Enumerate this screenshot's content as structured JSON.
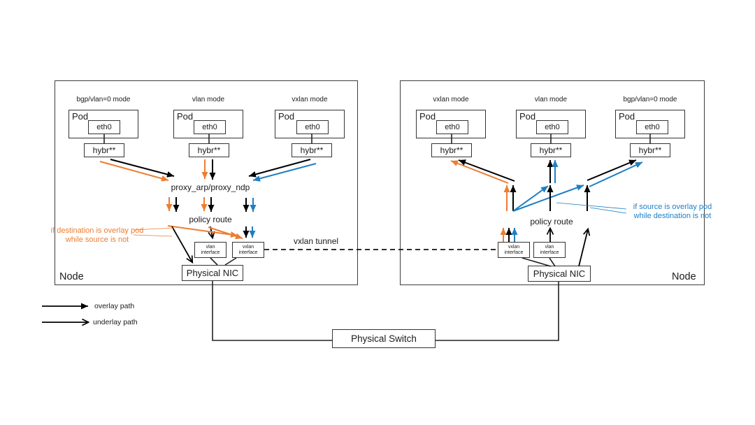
{
  "colors": {
    "overlay_orange": "#ED7D31",
    "overlay_blue": "#1E7FC4",
    "line_black": "#000000"
  },
  "legend": {
    "overlay_label": "overlay path",
    "underlay_label": "underlay path"
  },
  "physical_switch_label": "Physical Switch",
  "vxlan_tunnel_label": "vxlan tunnel",
  "annotations": {
    "destination_overlay": {
      "line1": "if destination is overlay pod",
      "line2": "while source is not"
    },
    "source_overlay": {
      "line1": "if source is overlay pod",
      "line2": "while destination is not"
    }
  },
  "left_node": {
    "label": "Node",
    "pods": [
      {
        "mode": "bgp/vlan=0 mode",
        "name": "Pod",
        "iface": "eth0",
        "bridge": "hybr**"
      },
      {
        "mode": "vlan mode",
        "name": "Pod",
        "iface": "eth0",
        "bridge": "hybr**"
      },
      {
        "mode": "vxlan mode",
        "name": "Pod",
        "iface": "eth0",
        "bridge": "hybr**"
      }
    ],
    "proxy_label": "proxy_arp/proxy_ndp",
    "policy_label": "policy route",
    "vlan_interface": {
      "line1": "vlan",
      "line2": "interface"
    },
    "vxlan_interface": {
      "line1": "vxlan",
      "line2": "interface"
    },
    "nic_label": "Physical NIC"
  },
  "right_node": {
    "label": "Node",
    "pods": [
      {
        "mode": "vxlan mode",
        "name": "Pod",
        "iface": "eth0",
        "bridge": "hybr**"
      },
      {
        "mode": "vlan mode",
        "name": "Pod",
        "iface": "eth0",
        "bridge": "hybr**"
      },
      {
        "mode": "bgp/vlan=0 mode",
        "name": "Pod",
        "iface": "eth0",
        "bridge": "hybr**"
      }
    ],
    "policy_label": "policy route",
    "vxlan_interface": {
      "line1": "vxlan",
      "line2": "interface"
    },
    "vlan_interface": {
      "line1": "vlan",
      "line2": "interface"
    },
    "nic_label": "Physical NIC"
  }
}
